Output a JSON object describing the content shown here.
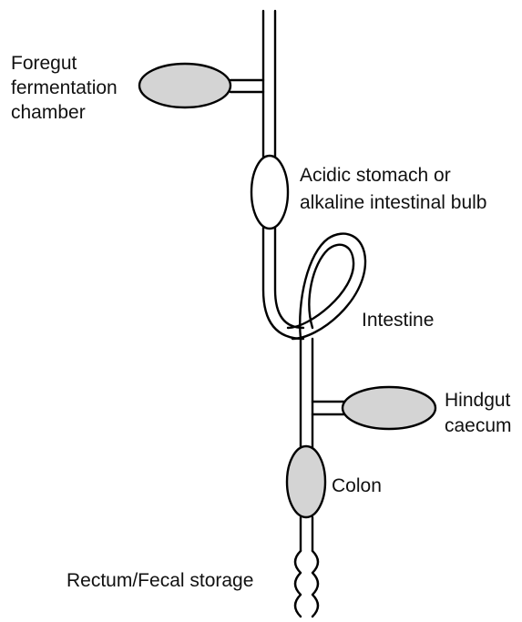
{
  "diagram": {
    "labels": {
      "foregut": [
        "Foregut",
        "fermentation",
        "chamber"
      ],
      "stomach": [
        "Acidic stomach or",
        "alkaline intestinal bulb"
      ],
      "intestine": "Intestine",
      "hindgut": [
        "Hindgut",
        "caecum"
      ],
      "colon": "Colon",
      "rectum": "Rectum/Fecal storage"
    },
    "colors": {
      "line": "#000000",
      "organ_fill": "#d4d4d4",
      "background": "#ffffff"
    }
  }
}
